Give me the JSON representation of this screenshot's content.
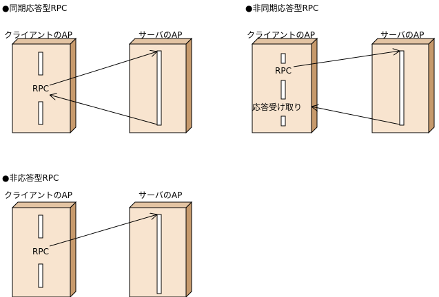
{
  "sections": [
    {
      "title": "●同期応答型RPC",
      "client_label": "クライアントのAP",
      "server_label": "サーバのAP",
      "labels": [
        "RPC"
      ]
    },
    {
      "title": "●非同期応答型RPC",
      "client_label": "クライアントのAP",
      "server_label": "サーバのAP",
      "labels": [
        "RPC",
        "応答受け取り"
      ]
    },
    {
      "title": "●非応答型RPC",
      "client_label": "クライアントのAP",
      "server_label": "サーバのAP",
      "labels": [
        "RPC"
      ]
    }
  ],
  "colors": {
    "panel_face": "#f8e4cf",
    "panel_side": "#c79a6c",
    "panel_top": "#e3c4a3"
  }
}
